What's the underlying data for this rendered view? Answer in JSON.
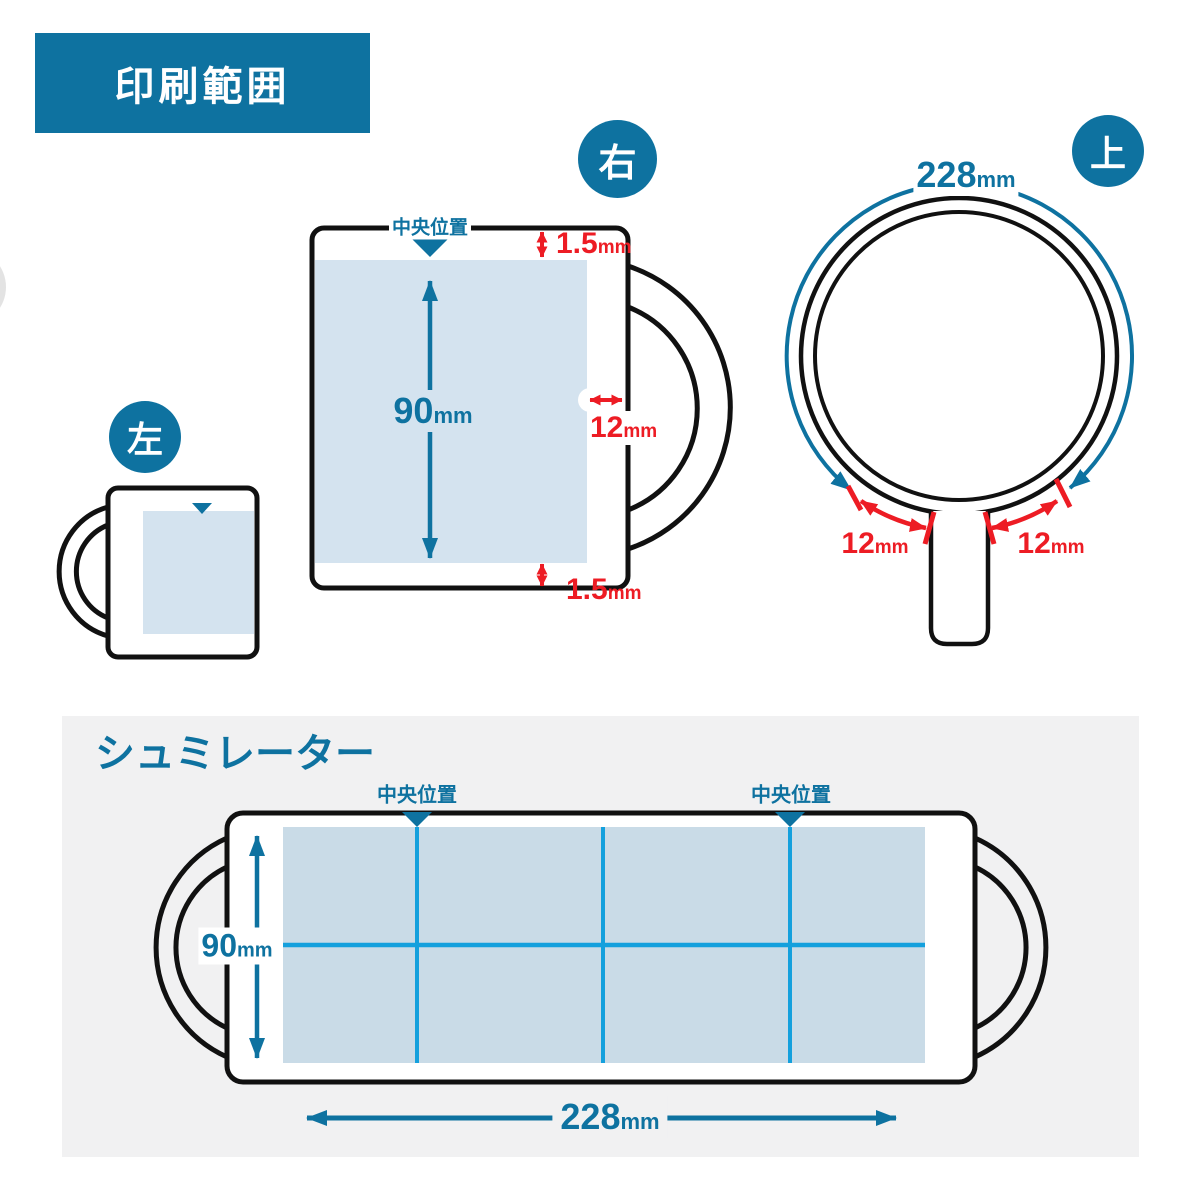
{
  "header": {
    "title": "印刷範囲"
  },
  "views": {
    "left": {
      "badge": "左"
    },
    "right": {
      "badge": "右",
      "center_label": "中央位置",
      "print_height": {
        "value": "90",
        "unit": "mm"
      },
      "top_margin": {
        "value": "1.5",
        "unit": "mm"
      },
      "bottom_margin": {
        "value": "1.5",
        "unit": "mm"
      },
      "handle_clearance": {
        "value": "12",
        "unit": "mm"
      }
    },
    "top": {
      "badge": "上",
      "circumference": {
        "value": "228",
        "unit": "mm"
      },
      "handle_clearance_left": {
        "value": "12",
        "unit": "mm"
      },
      "handle_clearance_right": {
        "value": "12",
        "unit": "mm"
      }
    }
  },
  "simulator": {
    "title": "シュミレーター",
    "center_label_left": "中央位置",
    "center_label_right": "中央位置",
    "print_height": {
      "value": "90",
      "unit": "mm"
    },
    "print_width": {
      "value": "228",
      "unit": "mm"
    }
  },
  "colors": {
    "accent_blue": "#0e72a0",
    "dimension_red": "#ed1c24",
    "print_area_fill": "#d4e3ef",
    "simulator_print_fill": "#c9dbe7",
    "grid_line_blue": "#14a0dd",
    "panel_gray": "#f1f1f2",
    "outline_black": "#111111"
  }
}
